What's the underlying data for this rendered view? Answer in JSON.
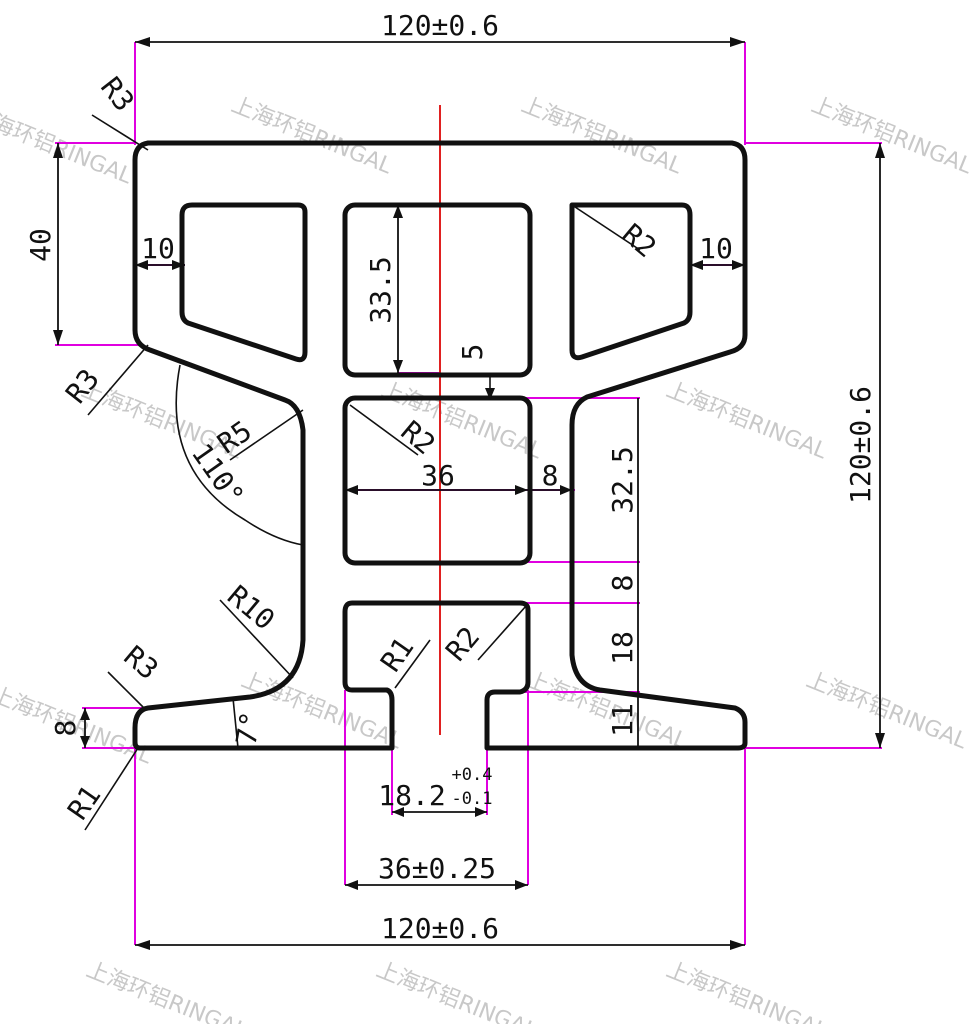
{
  "colors": {
    "outline": "#111111",
    "extension": "#e000e0",
    "centerline": "#e02020",
    "text": "#111111",
    "watermark": "#c8c8c8"
  },
  "dimensions": {
    "top_width": "120±0.6",
    "right_height": "120±0.6",
    "bottom_width": "120±0.6",
    "left_height": "40",
    "left_wall": "10",
    "right_wall": "10",
    "cavity_height": "33.5",
    "web_thickness": "5",
    "center_width": "36",
    "side_wall": "8",
    "right_cavity_height": "32.5",
    "right_web": "8",
    "right_lower": "18",
    "right_flange": "11",
    "left_flange": "8",
    "slot_width": "18.2",
    "slot_tol_upper": "+0.4",
    "slot_tol_lower": "-0.1",
    "center_base_width": "36±0.25",
    "angle_110": "110°",
    "angle_7": "7°"
  },
  "radii": {
    "r3_top": "R3",
    "r3_left": "R3",
    "r3_bottom": "R3",
    "r5": "R5",
    "r10": "R10",
    "r2_top": "R2",
    "r2_center": "R2",
    "r2_lower": "R2",
    "r1_lower": "R1",
    "r1_bottom": "R1"
  },
  "watermark": {
    "text": "上海环铝RINGAL"
  }
}
